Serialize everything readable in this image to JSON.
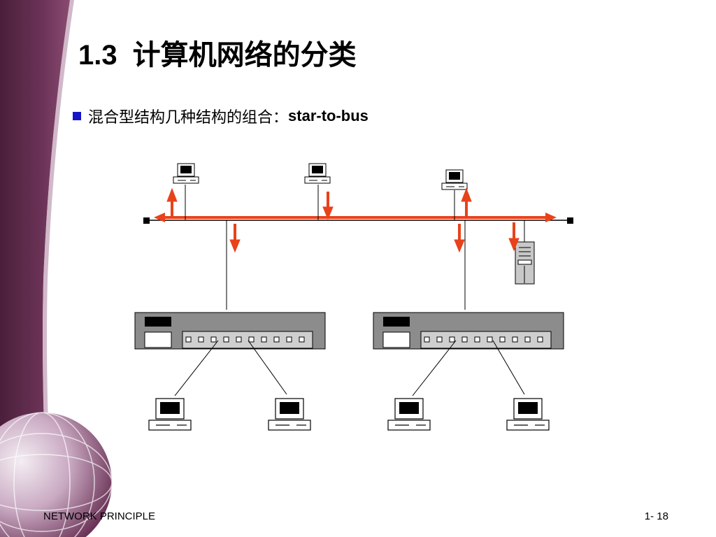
{
  "slide": {
    "title_number": "1.3",
    "title_text": "计算机网络的分类",
    "bullet_text_cn": "混合型结构几种结构的组合：",
    "bullet_text_en": "star-to-bus"
  },
  "footer": {
    "left": "NETWORK PRINCIPLE",
    "right": "1- 18"
  },
  "colors": {
    "bullet": "#1515c8",
    "arrow": "#e8421a",
    "background_accent": "#5a2a4a"
  }
}
